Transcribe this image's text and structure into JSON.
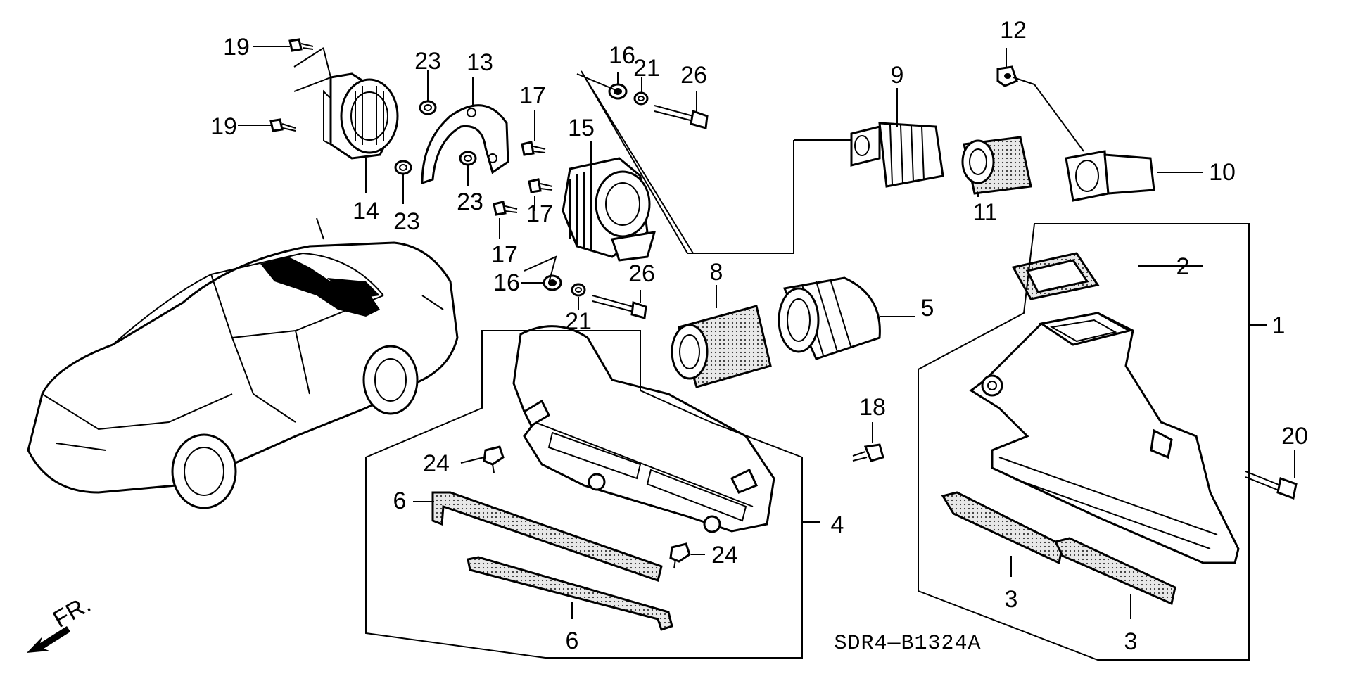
{
  "diagram_code": "SDR4—B1324A",
  "fr_label": "FR.",
  "callouts": {
    "c1": "1",
    "c2": "2",
    "c3a": "3",
    "c3b": "3",
    "c4": "4",
    "c5": "5",
    "c6a": "6",
    "c6b": "6",
    "c8": "8",
    "c9": "9",
    "c10": "10",
    "c11": "11",
    "c12": "12",
    "c13": "13",
    "c14": "14",
    "c15": "15",
    "c16a": "16",
    "c16b": "16",
    "c17a": "17",
    "c17b": "17",
    "c17c": "17",
    "c18": "18",
    "c19a": "19",
    "c19b": "19",
    "c20": "20",
    "c21a": "21",
    "c21b": "21",
    "c23a": "23",
    "c23b": "23",
    "c23c": "23",
    "c24a": "24",
    "c24b": "24",
    "c26a": "26",
    "c26b": "26"
  }
}
